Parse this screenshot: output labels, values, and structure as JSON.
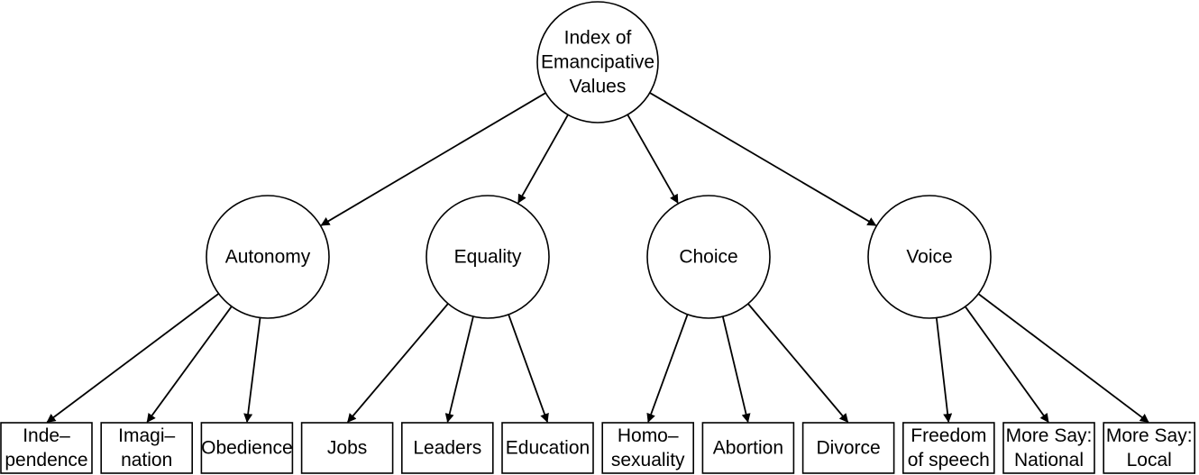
{
  "root": {
    "lines": [
      "Index of",
      "Emancipative",
      "Values"
    ]
  },
  "dimensions": [
    {
      "label": "Autonomy",
      "items": [
        {
          "lines": [
            "Inde–",
            "pendence"
          ]
        },
        {
          "lines": [
            "Imagi–",
            "nation"
          ]
        },
        {
          "lines": [
            "Obedience"
          ]
        }
      ]
    },
    {
      "label": "Equality",
      "items": [
        {
          "lines": [
            "Jobs"
          ]
        },
        {
          "lines": [
            "Leaders"
          ]
        },
        {
          "lines": [
            "Education"
          ]
        }
      ]
    },
    {
      "label": "Choice",
      "items": [
        {
          "lines": [
            "Homo–",
            "sexuality"
          ]
        },
        {
          "lines": [
            "Abortion"
          ]
        },
        {
          "lines": [
            "Divorce"
          ]
        }
      ]
    },
    {
      "label": "Voice",
      "items": [
        {
          "lines": [
            "Freedom",
            "of speech"
          ]
        },
        {
          "lines": [
            "More Say:",
            "National"
          ]
        },
        {
          "lines": [
            "More Say:",
            "Local"
          ]
        }
      ]
    }
  ]
}
